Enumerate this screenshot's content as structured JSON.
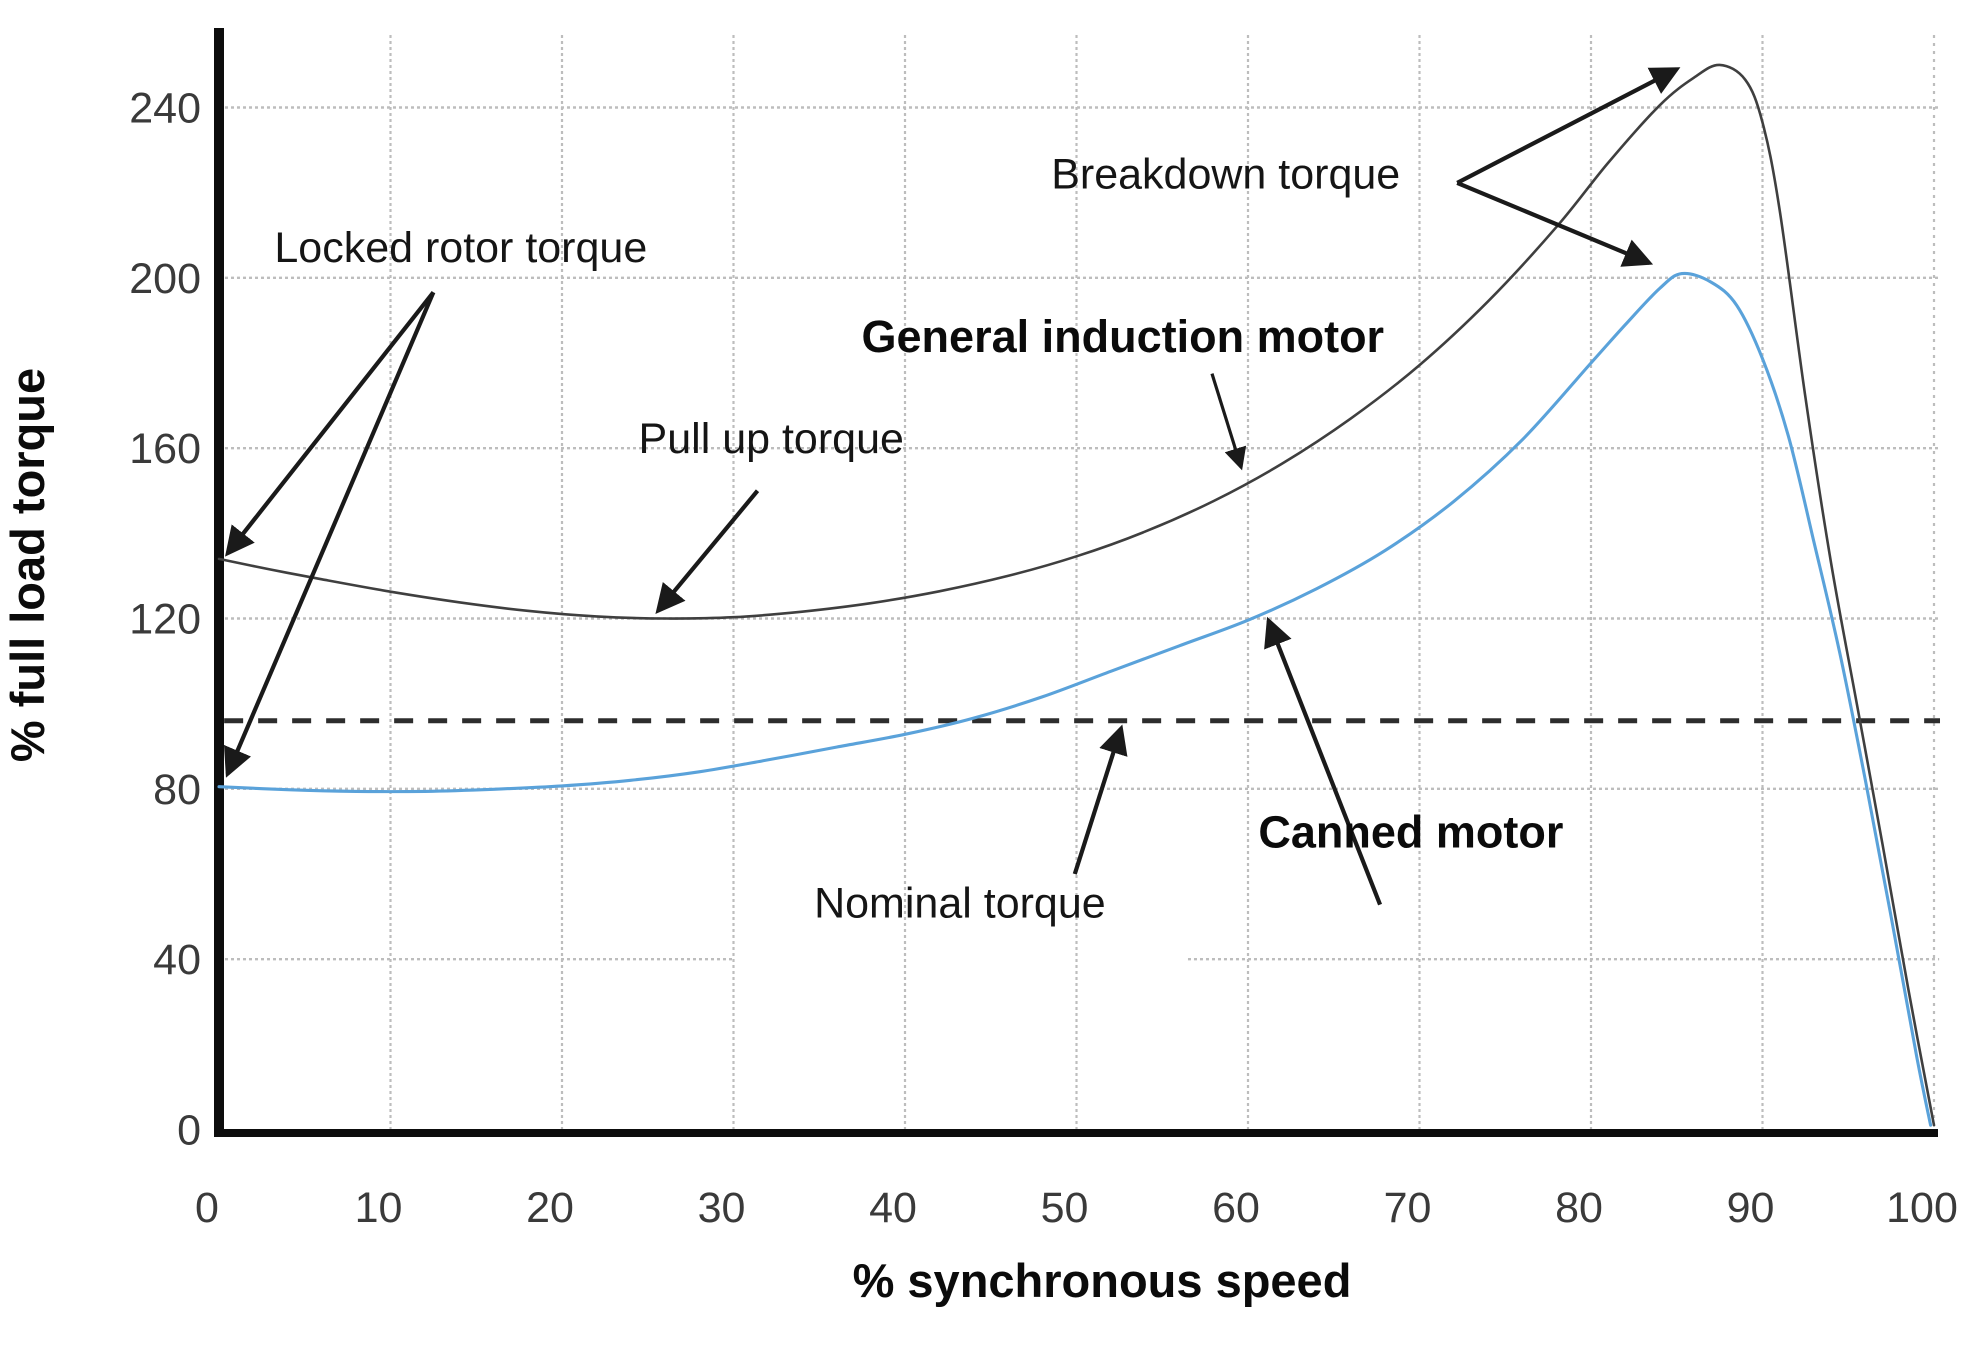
{
  "page": {
    "kind": "chart-screenshot",
    "description": "Torque vs speed characteristic curves for a general induction motor and a canned motor"
  },
  "chart_data": {
    "type": "line",
    "title": "",
    "xlabel": "% synchronous speed",
    "ylabel": "% full load torque",
    "xlim": [
      0,
      100
    ],
    "ylim": [
      0,
      258
    ],
    "x_ticks": [
      0,
      10,
      20,
      30,
      40,
      50,
      60,
      70,
      80,
      90,
      100
    ],
    "y_ticks": [
      0,
      40,
      80,
      120,
      160,
      200,
      240
    ],
    "grid": "on",
    "grid_color": "#bdbdbd",
    "axis_color": "#0d0d0d",
    "legend_position": "none (series labeled by on-chart annotations)",
    "series": [
      {
        "name": "General induction motor",
        "color": "#3f3f3f",
        "width": 2.6,
        "locked_rotor_torque": 134,
        "pull_up_torque": 120,
        "breakdown_torque": 250,
        "breakdown_speed": 87.5,
        "points": [
          [
            0,
            134
          ],
          [
            3,
            131.5
          ],
          [
            6,
            129.2
          ],
          [
            10,
            126.3
          ],
          [
            14,
            123.8
          ],
          [
            18,
            121.8
          ],
          [
            22,
            120.5
          ],
          [
            26,
            120
          ],
          [
            30,
            120.3
          ],
          [
            34,
            121.6
          ],
          [
            38,
            123.6
          ],
          [
            42,
            126.4
          ],
          [
            46,
            130
          ],
          [
            50,
            134.6
          ],
          [
            54,
            140.4
          ],
          [
            58,
            147.6
          ],
          [
            62,
            156.4
          ],
          [
            66,
            167
          ],
          [
            70,
            179.5
          ],
          [
            74,
            194.5
          ],
          [
            78,
            212
          ],
          [
            81,
            227
          ],
          [
            84,
            240.5
          ],
          [
            86,
            247
          ],
          [
            87.5,
            250
          ],
          [
            89,
            246.5
          ],
          [
            90,
            236.5
          ],
          [
            91,
            216
          ],
          [
            92.5,
            172
          ],
          [
            94,
            133
          ],
          [
            95.5,
            100
          ],
          [
            97,
            67
          ],
          [
            98.5,
            33
          ],
          [
            100,
            1
          ]
        ]
      },
      {
        "name": "Canned motor",
        "color": "#5aa2da",
        "width": 3.1,
        "locked_rotor_torque": 80,
        "breakdown_torque": 201,
        "breakdown_speed": 85,
        "points": [
          [
            0,
            80.5
          ],
          [
            4,
            79.8
          ],
          [
            8,
            79.4
          ],
          [
            12,
            79.4
          ],
          [
            16,
            79.9
          ],
          [
            20,
            80.7
          ],
          [
            24,
            82
          ],
          [
            28,
            84
          ],
          [
            32,
            86.8
          ],
          [
            36,
            89.8
          ],
          [
            40,
            92.8
          ],
          [
            44,
            96.6
          ],
          [
            48,
            101.6
          ],
          [
            52,
            107.6
          ],
          [
            56,
            113.6
          ],
          [
            60,
            119.6
          ],
          [
            64,
            127
          ],
          [
            68,
            136
          ],
          [
            72,
            147.5
          ],
          [
            76,
            162
          ],
          [
            80,
            180
          ],
          [
            82,
            189
          ],
          [
            84,
            197.5
          ],
          [
            85.3,
            201
          ],
          [
            87,
            199
          ],
          [
            88.5,
            193.5
          ],
          [
            90,
            181
          ],
          [
            91.5,
            163
          ],
          [
            93,
            138
          ],
          [
            94.5,
            112
          ],
          [
            96,
            82
          ],
          [
            97.5,
            50
          ],
          [
            99,
            17
          ],
          [
            99.8,
            1
          ]
        ]
      }
    ],
    "nominal_line": {
      "y": 96,
      "style": "dashed",
      "color": "#2d2d2d",
      "label": "Nominal torque"
    },
    "h_grid_segments": {
      "40": [
        [
          0,
          30
        ],
        [
          56.5,
          100.3
        ]
      ]
    },
    "annotations": [
      {
        "id": "locked-rotor-torque",
        "text": "Locked rotor torque",
        "x": 14.1,
        "y": 207.5,
        "bold": false
      },
      {
        "id": "breakdown-torque",
        "text": "Breakdown torque",
        "x": 58.7,
        "y": 224.7,
        "bold": false
      },
      {
        "id": "general-induction-motor",
        "text": "General induction motor",
        "x": 52.7,
        "y": 186.3,
        "bold": true
      },
      {
        "id": "pull-up-torque",
        "text": "Pull up torque",
        "x": 32.2,
        "y": 162.6,
        "bold": false
      },
      {
        "id": "nominal-torque",
        "text": "Nominal torque",
        "x": 43.2,
        "y": 53.5,
        "bold": false
      },
      {
        "id": "canned-motor",
        "text": "Canned motor",
        "x": 69.5,
        "y": 70.0,
        "bold": true
      }
    ],
    "arrows": [
      {
        "id": "locked-rotor-to-induction",
        "from": [
          12.5,
          196.6
        ],
        "to": [
          0.5,
          135.3
        ]
      },
      {
        "id": "locked-rotor-to-canned",
        "from": [
          12.5,
          196.6
        ],
        "to": [
          0.5,
          83.5
        ]
      },
      {
        "id": "breakdown-to-induction-peak",
        "from": [
          72.2,
          222.3
        ],
        "to": [
          85.0,
          249.0
        ]
      },
      {
        "id": "breakdown-to-canned-peak",
        "from": [
          72.2,
          222.3
        ],
        "to": [
          83.4,
          203.5
        ]
      },
      {
        "id": "general-induction-pointer",
        "from": [
          57.9,
          177.5
        ],
        "to": [
          59.6,
          155.5
        ],
        "w": 3.2
      },
      {
        "id": "pull-up-pointer",
        "from": [
          31.4,
          150.0
        ],
        "to": [
          25.6,
          121.8
        ]
      },
      {
        "id": "nominal-pointer",
        "from": [
          49.9,
          60.0
        ],
        "to": [
          52.6,
          94.2
        ]
      },
      {
        "id": "canned-pointer",
        "from": [
          67.7,
          52.8
        ],
        "to": [
          61.2,
          119.5
        ]
      }
    ]
  }
}
